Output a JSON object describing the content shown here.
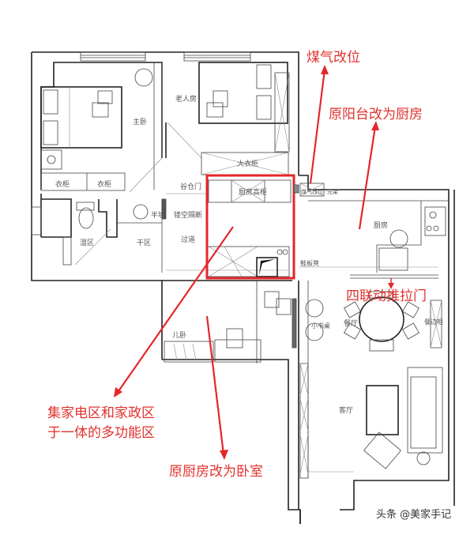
{
  "floorplan": {
    "rooms": {
      "master_bedroom": "主卧",
      "elder_room": "老人房",
      "large_wardrobe": "大衣柜",
      "storage_door": "谷仓门",
      "kitchen_tall_cabinet": "厨房高柜",
      "gas_relocated_small": "煤气改位",
      "small_label_kitchen_side": "元架",
      "clothes_cabinet": "衣柜",
      "clothes_cabinet_2": "衣柜",
      "wet_zone": "湿区",
      "dry_zone": "干区",
      "half_wall": "半墙",
      "hollow_partition": "镂空隔断",
      "corridor": "过道",
      "shoe_cabinet": "鞋板凳",
      "kitchen": "厨房",
      "child_room": "儿卧",
      "small_desk": "小书桌",
      "dining": "餐厅",
      "dining_cabinet": "餐边柜",
      "living_room": "客厅"
    },
    "annotations": {
      "gas_relocation": "煤气改位",
      "balcony_to_kitchen": "原阳台改为厨房",
      "sliding_door": "四联动推拉门",
      "multi_function_line1": "集家电区和家政区",
      "multi_function_line2": "于一体的多功能区",
      "kitchen_to_bedroom": "原厨房改为卧室"
    },
    "colors": {
      "annotation_red": "#e0322e",
      "wall": "#222222"
    }
  },
  "watermark": "头条 @美家手记"
}
